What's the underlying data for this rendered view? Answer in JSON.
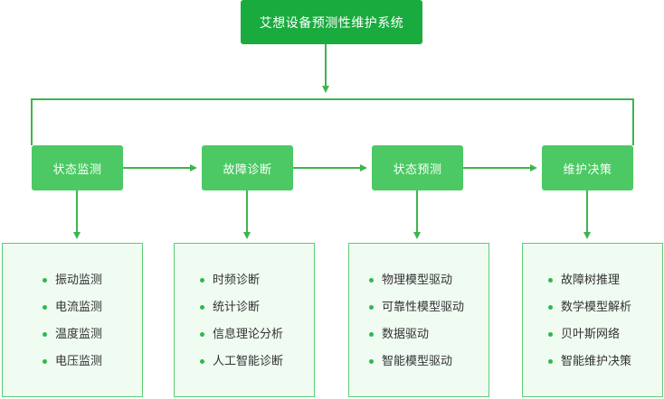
{
  "root": {
    "label": "艾想设备预测性维护系统"
  },
  "colors": {
    "root_fill": "#1aab3f",
    "stage_fill": "#4cc964",
    "detail_fill": "#f0fbf2",
    "detail_border": "#5ccd72",
    "connector": "#3cb54f"
  },
  "stages": [
    {
      "label": "状态监测",
      "items": [
        "振动监测",
        "电流监测",
        "温度监测",
        "电压监测"
      ]
    },
    {
      "label": "故障诊断",
      "items": [
        "时频诊断",
        "统计诊断",
        "信息理论分析",
        "人工智能诊断"
      ]
    },
    {
      "label": "状态预测",
      "items": [
        "物理模型驱动",
        "可靠性模型驱动",
        "数据驱动",
        "智能模型驱动"
      ]
    },
    {
      "label": "维护决策",
      "items": [
        "故障树推理",
        "数学模型解析",
        "贝叶斯网络",
        "智能维护决策"
      ]
    }
  ]
}
